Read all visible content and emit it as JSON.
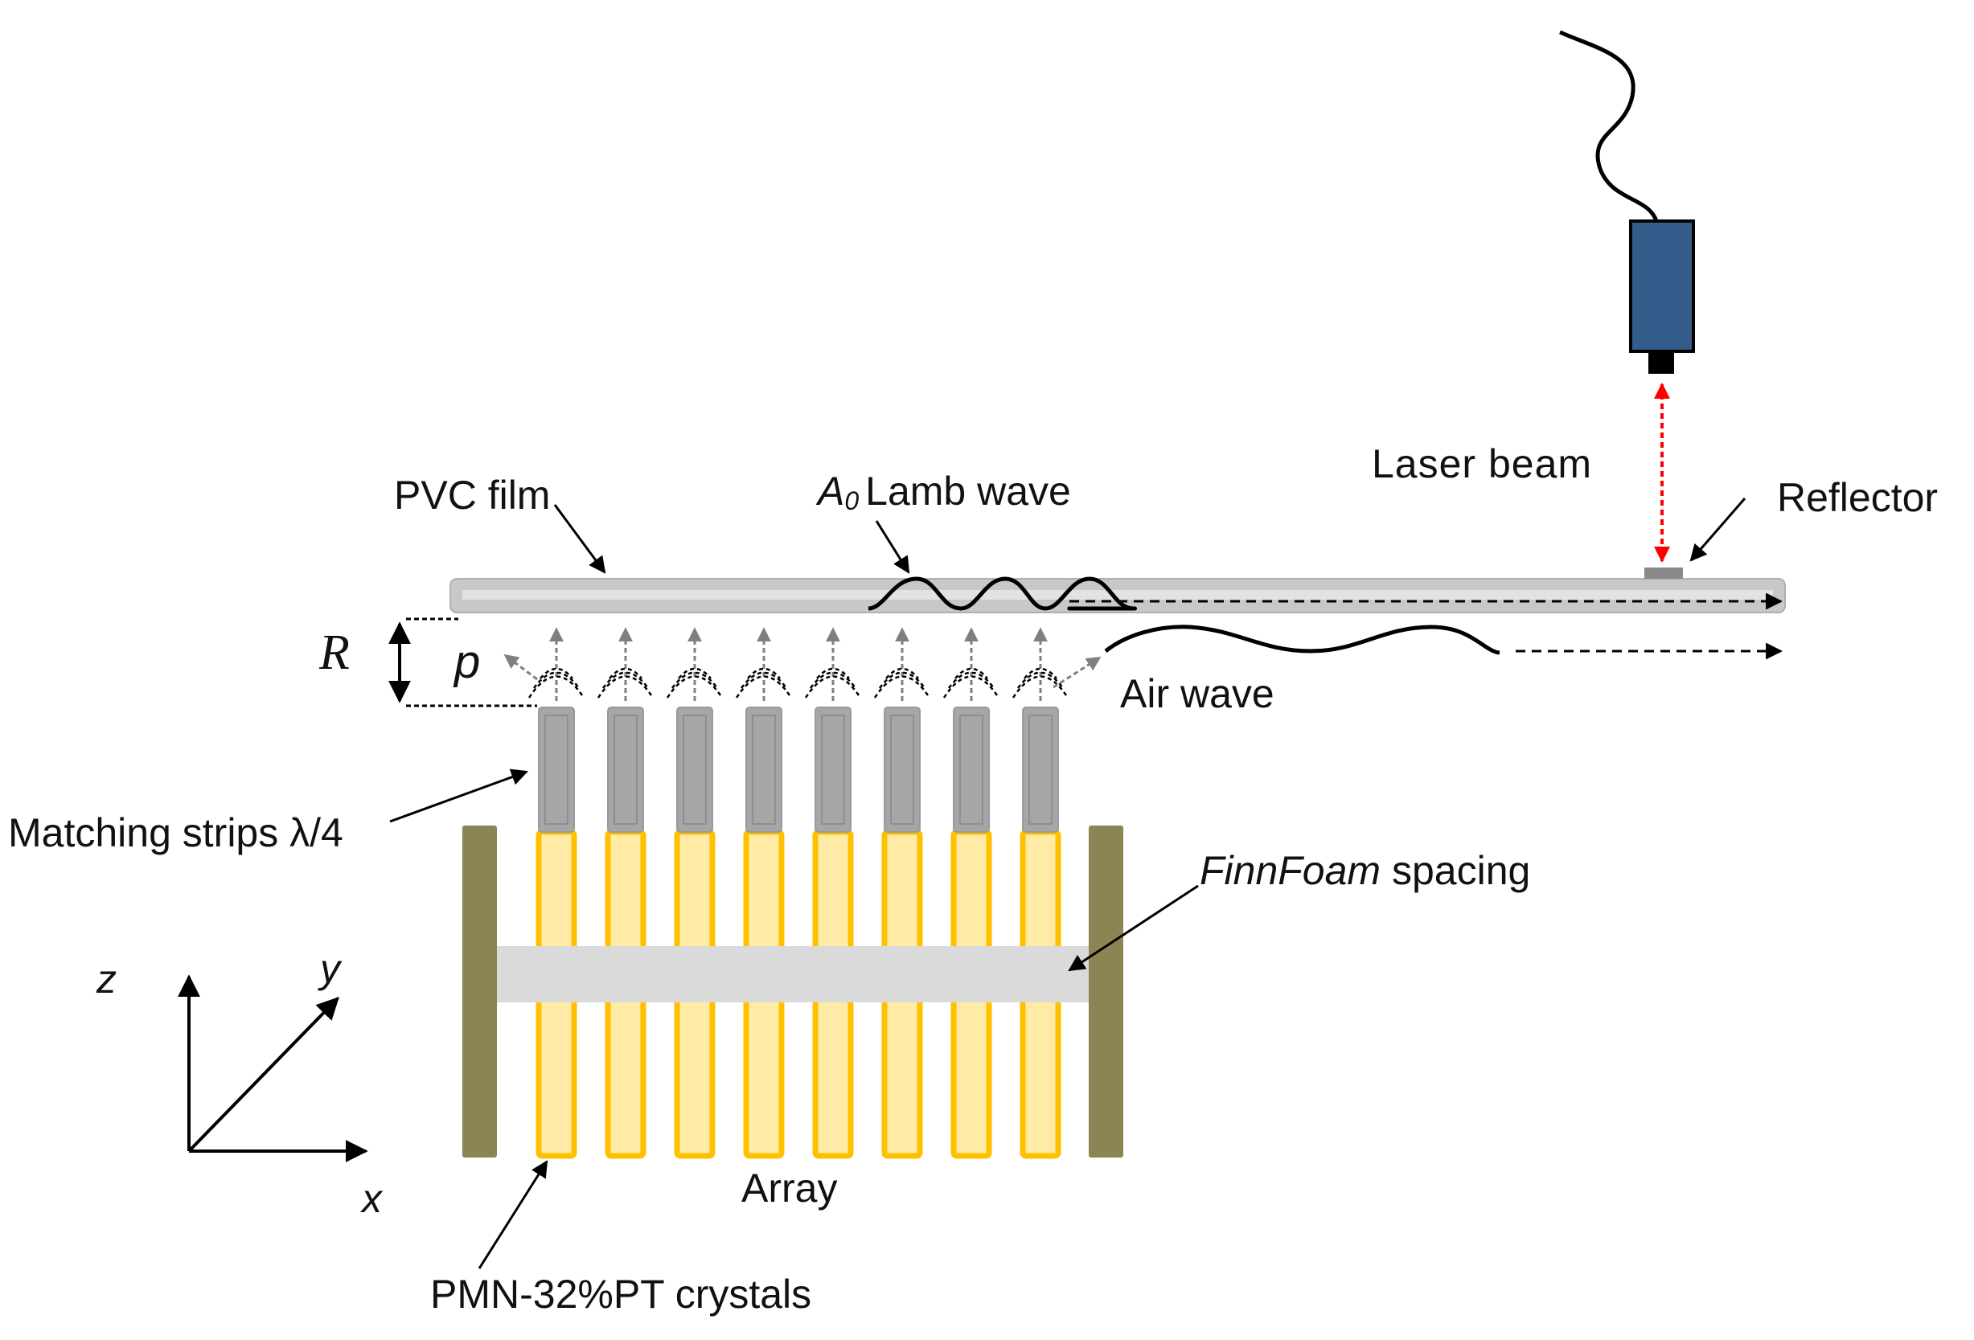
{
  "labels": {
    "pvc_film": "PVC film",
    "a0_symbol": "A",
    "a0_subscript": "0",
    "lamb_wave": "Lamb wave",
    "laser_beam": "Laser beam",
    "reflector": "Reflector",
    "r_symbol": "R",
    "p_symbol": "p",
    "air_wave": "Air wave",
    "matching_strips": "Matching strips λ/4",
    "finnfoam": "FinnFoam",
    "spacing": " spacing",
    "array": "Array",
    "crystals": "PMN-32%PT crystals",
    "axis_z": "z",
    "axis_y": "y",
    "axis_x": "x"
  },
  "elements_count": 8,
  "colors": {
    "film": "#c8c8c8",
    "film_highlight": "#e2e2e2",
    "matching_strip": "#a6a6a6",
    "crystal_border": "#ffc000",
    "crystal_fill": "#ffeba6",
    "frame": "#8c8452",
    "foam": "#dadada",
    "laser_body": "#355d8c",
    "laser_beam": "#ff0000",
    "wave_arrow": "#7f7f7f"
  }
}
